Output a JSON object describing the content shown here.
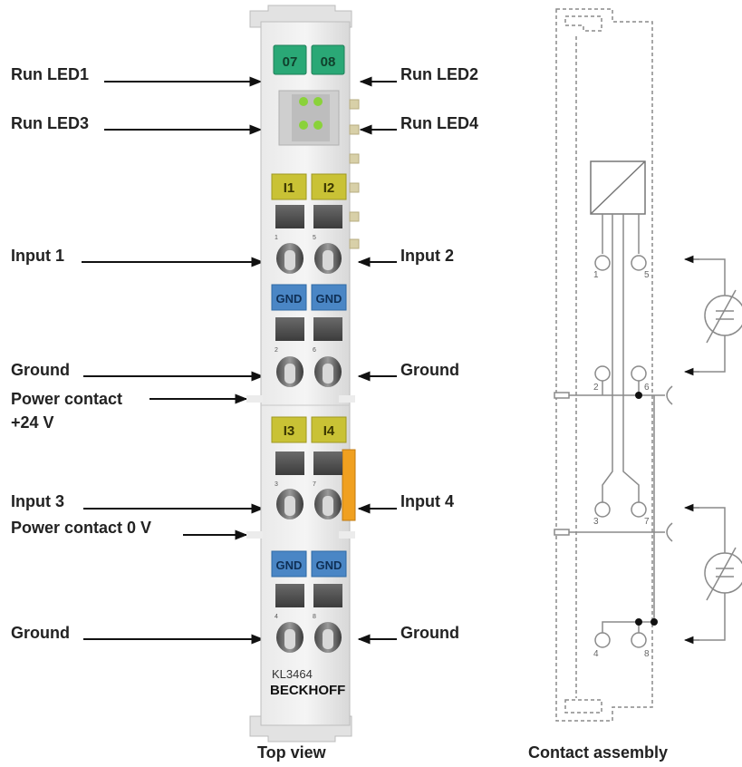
{
  "labels_left": {
    "run_led1": "Run LED1",
    "run_led3": "Run LED3",
    "input1": "Input 1",
    "ground1": "Ground",
    "power_plus_line1": "Power contact",
    "power_plus_line2": "+24 V",
    "input3": "Input 3",
    "power_zero": "Power contact 0 V",
    "ground3": "Ground"
  },
  "labels_right": {
    "run_led2": "Run LED2",
    "run_led4": "Run LED4",
    "input2": "Input 2",
    "ground2": "Ground",
    "input4": "Input 4",
    "ground4": "Ground"
  },
  "terminal": {
    "tab_top_left": "07",
    "tab_top_right": "08",
    "i1": "I1",
    "i2": "I2",
    "gnd_a1": "GND",
    "gnd_a2": "GND",
    "i3": "I3",
    "i4": "I4",
    "gnd_b1": "GND",
    "gnd_b2": "GND",
    "model": "KL3464",
    "brand": "BECKHOFF",
    "pin1": "1",
    "pin5": "5",
    "pin2": "2",
    "pin6": "6",
    "pin3": "3",
    "pin7": "7",
    "pin4": "4",
    "pin8": "8"
  },
  "contacts": {
    "pin1": "1",
    "pin5": "5",
    "pin2": "2",
    "pin6": "6",
    "pin3": "3",
    "pin7": "7",
    "pin4": "4",
    "pin8": "8"
  },
  "captions": {
    "top_view": "Top view",
    "contact_assembly": "Contact assembly"
  },
  "colors": {
    "green_tab": "#2aa876",
    "yellow_tab": "#c9c235",
    "blue_tab": "#4a86c5",
    "orange_tab": "#f0a020",
    "led_green": "#8ad23a",
    "housing": "#dcdcdc"
  }
}
